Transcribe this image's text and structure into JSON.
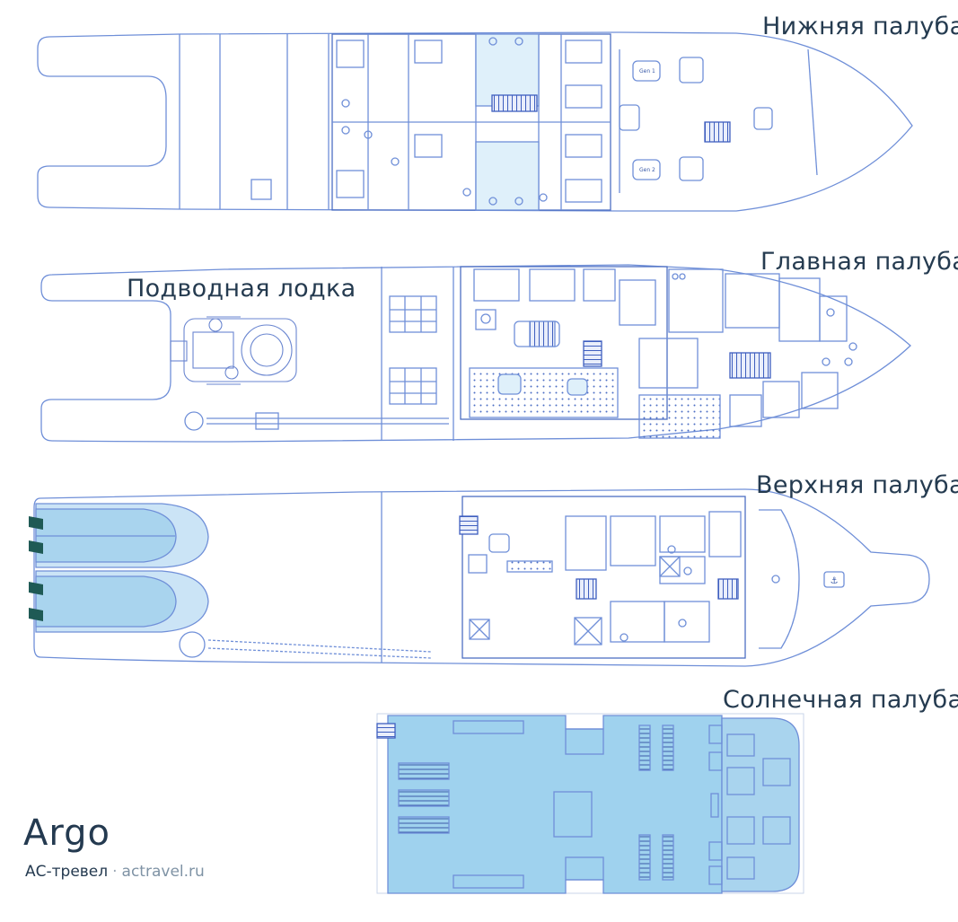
{
  "decks": {
    "lower": "Нижняя палуба",
    "main": "Главная палуба",
    "upper": "Верхняя палуба",
    "sun": "Солнечная палуба"
  },
  "submarine_label": "Подводная лодка",
  "machinery": {
    "gen1": "Gen 1",
    "gen2": "Gen 2"
  },
  "brand": {
    "name": "Argo",
    "company": "АС-тревел",
    "separator": "·",
    "site": "actravel.ru"
  },
  "colors": {
    "line": "#6f8fd8",
    "line_dark": "#4d6fc4",
    "water_fill": "#a9d4ee",
    "sun_fill": "#9fd2ee",
    "stairs": "#3f5fbf",
    "tender_bow": "#1f5a55"
  }
}
